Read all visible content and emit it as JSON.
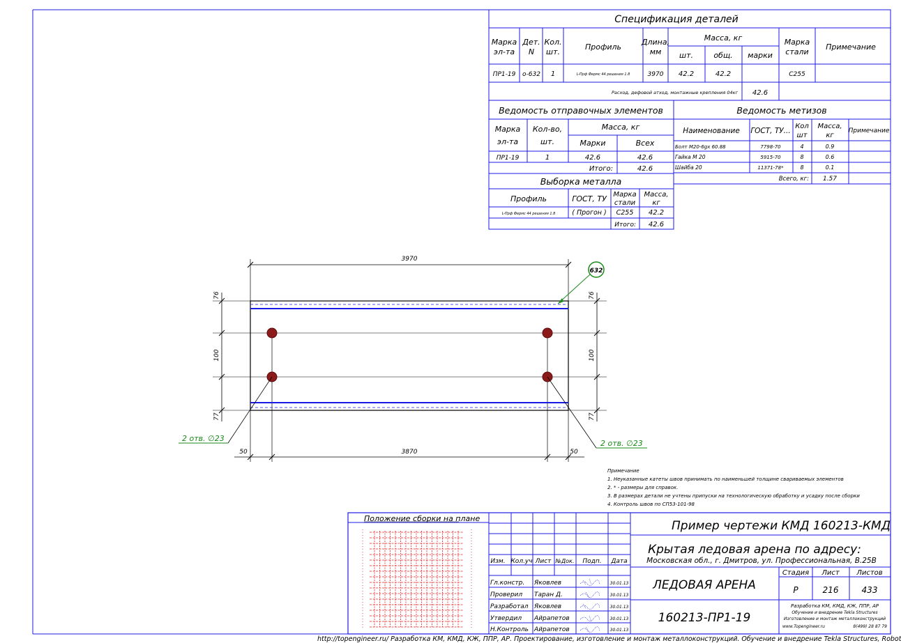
{
  "spec": {
    "title": "Спецификация деталей",
    "col_mark": "Марка",
    "col_mark2": "эл-та",
    "col_det": "Дет.",
    "col_det2": "N",
    "col_qty": "Кол.",
    "col_qty2": "шт.",
    "col_profile": "Профиль",
    "col_length": "Длина,",
    "col_length2": "мм",
    "col_mass": "Масса, кг",
    "col_mass_pc": "шт.",
    "col_mass_total": "общ.",
    "col_mass_mark": "марки",
    "col_steel": "Марка",
    "col_steel2": "стали",
    "col_note": "Примечание",
    "row_mark": "ПР1-19",
    "row_det": "о-632",
    "row_qty": "1",
    "row_profile": "L-Прф Фермс 44 решения 1.8",
    "row_length": "3970",
    "row_mass_pc": "42.2",
    "row_mass_total": "42.2",
    "row_steel": "С255",
    "footer_text": "Расход, дефовой атход, монтажные крепления 04кг",
    "footer_value": "42.6"
  },
  "shipping": {
    "title": "Ведомость отправочных элементов",
    "col_mark": "Марка",
    "col_mark2": "эл-та",
    "col_qty": "Кол-во,",
    "col_qty2": "шт.",
    "col_mass": "Масса, кг",
    "col_mass_mark": "Марки",
    "col_mass_all": "Всех",
    "row_mark": "ПР1-19",
    "row_qty": "1",
    "row_mass_mark": "42.6",
    "row_mass_all": "42.6",
    "total_label": "Итого:",
    "total_value": "42.6"
  },
  "hardware": {
    "title": "Ведомость метизов",
    "col_name": "Наименование",
    "col_gost": "ГОСТ, ТУ...",
    "col_qty": "Кол",
    "col_qty2": "шт",
    "col_mass": "Масса,",
    "col_mass2": "кг",
    "col_note": "Примечание",
    "rows": [
      {
        "name": "Болт М20-6gх 60.88",
        "gost": "7798-70",
        "qty": "4",
        "mass": "0.9"
      },
      {
        "name": "Гайка М 20",
        "gost": "5915-70",
        "qty": "8",
        "mass": "0.6"
      },
      {
        "name": "Шайба 20",
        "gost": "11371-78*",
        "qty": "8",
        "mass": "0.1"
      }
    ],
    "total_label": "Всего, кг:",
    "total_value": "1.57"
  },
  "metal": {
    "title": "Выборка металла",
    "col_profile": "Профиль",
    "col_gost": "ГОСТ, ТУ",
    "col_steel": "Марка",
    "col_steel2": "стали",
    "col_mass": "Масса,",
    "col_mass2": "кг",
    "row_profile": "L-Прф Фермс 44 решения 1.8",
    "row_gost": "( Прогон )",
    "row_steel": "С255",
    "row_mass": "42.2",
    "total_label": "Итого:",
    "total_value": "42.6"
  },
  "drawing": {
    "dim_total": "3970",
    "dim_inner": "3870",
    "dim_left": "50",
    "dim_right": "50",
    "dim_top": "76",
    "dim_mid": "100",
    "dim_bot": "77",
    "part_mark": "632",
    "hole_left": "2 отв. ∅23",
    "hole_right": "2 отв. ∅23"
  },
  "notes": {
    "title": "Примечание",
    "items": [
      "1. Неуказанные катеты швов принимать по наименьшей толщине свариваемых элементов",
      "2. * - размеры для справок.",
      "3. В размерах детали не учтены припуски на технологическую обработку и усадку после сборки",
      "4. Контроль швов по СП53-101-98"
    ]
  },
  "titleblock": {
    "plan_label": "Положение сборки на плане",
    "hdr_izm": "Изм.",
    "hdr_kol": "Кол.уч",
    "hdr_list": "Лист",
    "hdr_doc": "№Док.",
    "hdr_sign": "Подп.",
    "hdr_date": "Дата",
    "people": [
      {
        "role": "Гл.констр.",
        "name": "Яковлев",
        "date": "30.01.13"
      },
      {
        "role": "Проверил",
        "name": "Таран Д.",
        "date": "30.01.13"
      },
      {
        "role": "Разработал",
        "name": "Яковлев",
        "date": "30.01.13"
      },
      {
        "role": "Утвердил",
        "name": "Айрапетов",
        "date": "30.01.13"
      },
      {
        "role": "Н.Контроль",
        "name": "Айрапетов",
        "date": "30.01.13"
      }
    ],
    "project_title": "Пример чертежи КМД 160213-КМД",
    "object_title": "Крытая ледовая арена по адресу:",
    "object_address": "Московская обл., г. Дмитров, ул. Профессиональная, В.25В",
    "building": "ЛЕДОВАЯ АРЕНА",
    "sheet_code": "160213-ПР1-19",
    "stage_label": "Стадия",
    "sheet_label": "Лист",
    "sheets_label": "Листов",
    "stage": "Р",
    "sheet": "216",
    "sheets": "433",
    "company_1": "Разработка КМ, КМД, КЖ, ППР, АР",
    "company_2": "Обучение и внедрение Tekla Structures",
    "company_3": "Изготовление и монтаж металлоконструкций",
    "company_4": "www.Topengineer.ru",
    "company_5": "8(499) 28 87 79"
  },
  "footer": "http://topengineer.ru/ Разработка КМ, КМД, КЖ, ППР, АР. Проектирование, изготовление и монтаж металлоконструкций. Обучение и внедрение Tekla Structures, Robot Structural Analysis."
}
